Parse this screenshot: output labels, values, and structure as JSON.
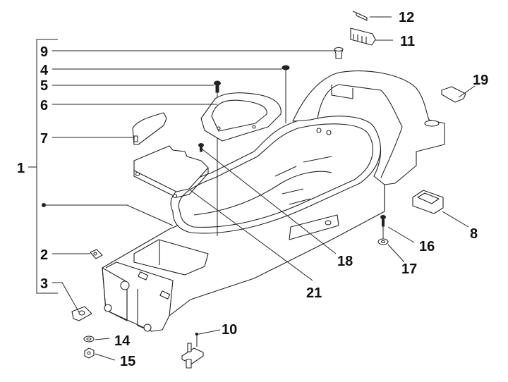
{
  "diagram": {
    "title": "Helmet compartment / body exploded parts view",
    "group_bracket_label": "1",
    "callouts": [
      {
        "id": "c9",
        "label": "9",
        "part": "grommet"
      },
      {
        "id": "c4",
        "label": "4",
        "part": "screw"
      },
      {
        "id": "c5",
        "label": "5",
        "part": "screw"
      },
      {
        "id": "c6",
        "label": "6",
        "part": "cover-plate"
      },
      {
        "id": "c7",
        "label": "7",
        "part": "inspection-cover"
      },
      {
        "id": "c2",
        "label": "2",
        "part": "clip-nut"
      },
      {
        "id": "c3",
        "label": "3",
        "part": "clip-nut"
      },
      {
        "id": "c12",
        "label": "12",
        "part": "pin"
      },
      {
        "id": "c11",
        "label": "11",
        "part": "connector-bracket"
      },
      {
        "id": "c19",
        "label": "19",
        "part": "cap"
      },
      {
        "id": "c8",
        "label": "8",
        "part": "cover-box"
      },
      {
        "id": "c16",
        "label": "16",
        "part": "screw"
      },
      {
        "id": "c17",
        "label": "17",
        "part": "washer"
      },
      {
        "id": "c18",
        "label": "18",
        "part": "screw"
      },
      {
        "id": "c21",
        "label": "21",
        "part": "battery-cover"
      },
      {
        "id": "c10",
        "label": "10",
        "part": "screw-and-bracket"
      },
      {
        "id": "c14",
        "label": "14",
        "part": "washer"
      },
      {
        "id": "c15",
        "label": "15",
        "part": "nut"
      }
    ],
    "colors": {
      "line": "#222222",
      "background": "#ffffff"
    }
  }
}
